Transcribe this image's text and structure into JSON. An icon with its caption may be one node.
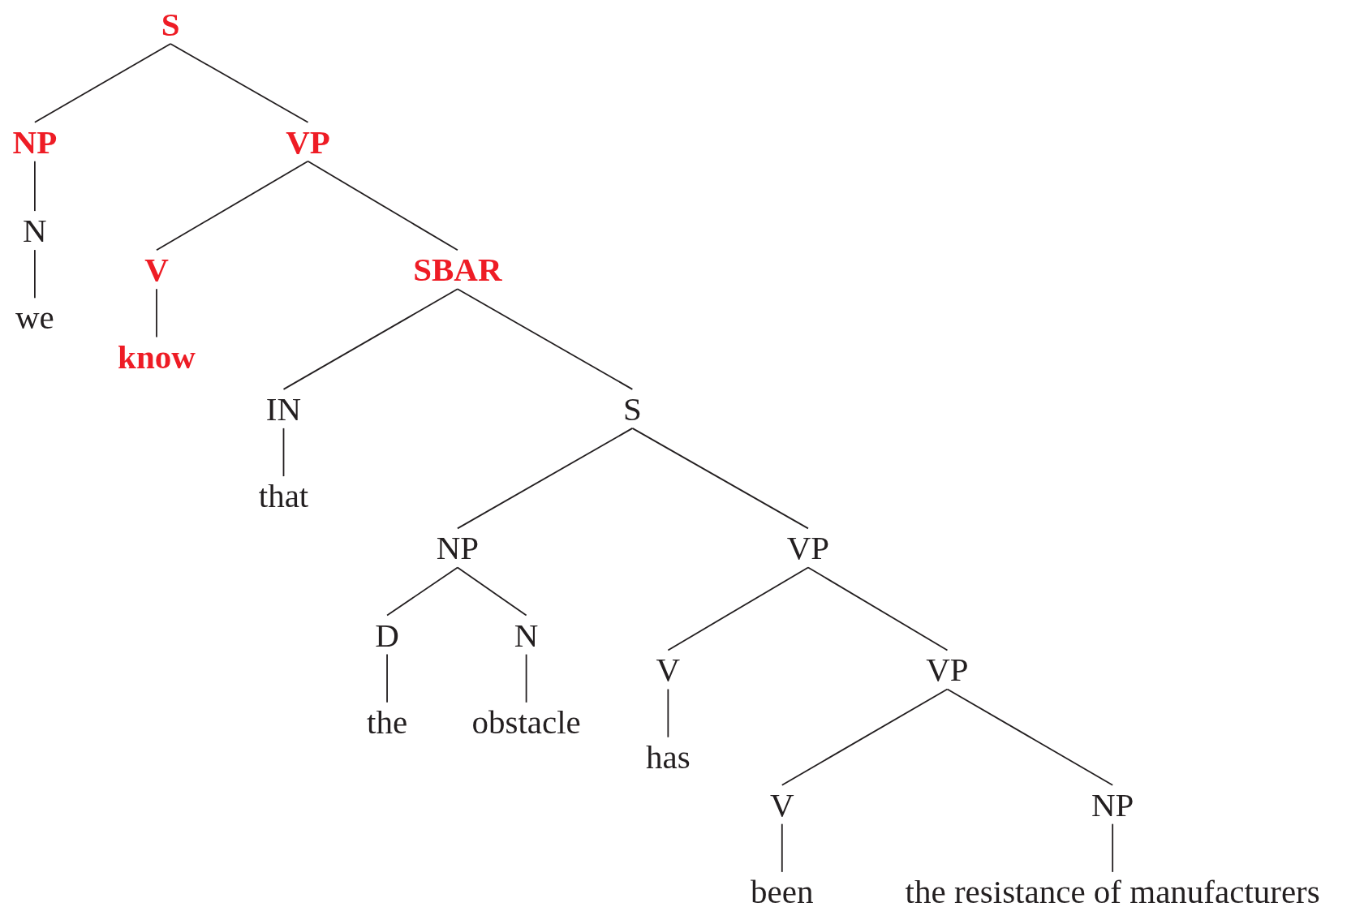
{
  "diagram": {
    "nodes": [
      {
        "text": [
          "S"
        ]
      },
      {
        "text": [
          "NP"
        ]
      },
      {
        "text": [
          "VP"
        ]
      },
      {
        "text": [
          "N"
        ]
      },
      {
        "text": [
          "we"
        ]
      },
      {
        "text": [
          "V"
        ]
      },
      {
        "text": [
          "SBAR"
        ]
      },
      {
        "text": [
          "know"
        ]
      },
      {
        "text": [
          "IN"
        ]
      },
      {
        "text": [
          "S"
        ]
      },
      {
        "text": [
          "that"
        ]
      },
      {
        "text": [
          "NP"
        ]
      },
      {
        "text": [
          "VP"
        ]
      },
      {
        "text": [
          "D"
        ]
      },
      {
        "text": [
          "N"
        ]
      },
      {
        "text": [
          "the"
        ]
      },
      {
        "text": [
          "obstacle"
        ]
      },
      {
        "text": [
          "V"
        ]
      },
      {
        "text": [
          "VP"
        ]
      },
      {
        "text": [
          "has"
        ]
      },
      {
        "text": [
          "V"
        ]
      },
      {
        "text": [
          "NP"
        ]
      },
      {
        "text": [
          "been"
        ]
      },
      {
        "text": [
          "the resistance of manufacturers"
        ]
      }
    ],
    "edges": [
      {
        "from": 0,
        "to": 1,
        "arrow": "none"
      },
      {
        "from": 0,
        "to": 2,
        "arrow": "none"
      },
      {
        "from": 1,
        "to": 3,
        "arrow": "none"
      },
      {
        "from": 3,
        "to": 4,
        "arrow": "none"
      },
      {
        "from": 2,
        "to": 5,
        "arrow": "none"
      },
      {
        "from": 2,
        "to": 6,
        "arrow": "none"
      },
      {
        "from": 5,
        "to": 7,
        "arrow": "none"
      },
      {
        "from": 6,
        "to": 8,
        "arrow": "none"
      },
      {
        "from": 6,
        "to": 9,
        "arrow": "none"
      },
      {
        "from": 8,
        "to": 10,
        "arrow": "none"
      },
      {
        "from": 9,
        "to": 11,
        "arrow": "none"
      },
      {
        "from": 9,
        "to": 12,
        "arrow": "none"
      },
      {
        "from": 11,
        "to": 13,
        "arrow": "none"
      },
      {
        "from": 11,
        "to": 14,
        "arrow": "none"
      },
      {
        "from": 13,
        "to": 15,
        "arrow": "none"
      },
      {
        "from": 14,
        "to": 16,
        "arrow": "none"
      },
      {
        "from": 12,
        "to": 17,
        "arrow": "none"
      },
      {
        "from": 12,
        "to": 18,
        "arrow": "none"
      },
      {
        "from": 17,
        "to": 19,
        "arrow": "none"
      },
      {
        "from": 18,
        "to": 20,
        "arrow": "none"
      },
      {
        "from": 18,
        "to": 21,
        "arrow": "none"
      },
      {
        "from": 20,
        "to": 22,
        "arrow": "none"
      },
      {
        "from": 21,
        "to": 23,
        "arrow": "none"
      }
    ]
  }
}
